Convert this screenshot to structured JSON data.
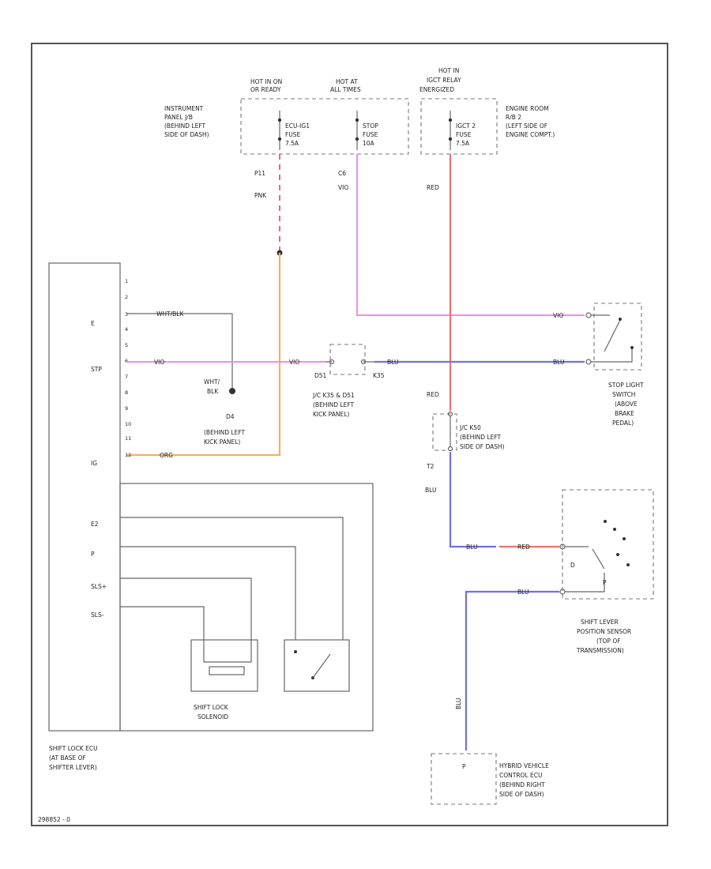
{
  "fuses": {
    "ecu_ig": {
      "header": "HOT IN ON",
      "sub": "OR READY",
      "name": "ECU-IG1",
      "fuse": "FUSE",
      "rating": "7.5A"
    },
    "stop": {
      "header": "HOT AT",
      "sub": "ALL TIMES",
      "name": "STOP",
      "fuse": "FUSE",
      "rating": "10A"
    },
    "ign": {
      "header": "HOT IN",
      "sub": "IGCT RELAY",
      "sub2": "ENERGIZED",
      "name": "IGCT 2",
      "fuse": "FUSE",
      "rating": "7.5A"
    }
  },
  "locations": {
    "instrument_panel": [
      "INSTRUMENT",
      "PANEL J/B",
      "(BEHIND LEFT",
      "SIDE OF DASH)"
    ],
    "engine_room": [
      "ENGINE ROOM",
      "R/B 2",
      "(LEFT SIDE OF",
      "ENGINE COMPT.)"
    ],
    "stop_light": [
      "STOP LIGHT",
      "SWITCH",
      "(ABOVE",
      "BRAKE",
      "PEDAL)"
    ],
    "jc_kick": [
      "J/C K35 & D51",
      "(BEHIND LEFT",
      "KICK PANEL)"
    ],
    "jc_dash": [
      "J/C K50",
      "(BEHIND LEFT",
      "SIDE OF DASH)"
    ],
    "ground": [
      "D4",
      "(BEHIND LEFT",
      "KICK PANEL)"
    ],
    "shift_sensor": [
      "SHIFT LEVER",
      "POSITION SENSOR",
      "(TOP OF",
      "TRANSMISSION)"
    ],
    "hv_ecu": [
      "HYBRID VEHICLE",
      "CONTROL ECU",
      "(BEHIND RIGHT",
      "SIDE OF DASH)"
    ],
    "shift_ecu": [
      "SHIFT LOCK ECU",
      "(AT BASE OF",
      "SHIFTER LEVER)"
    ],
    "solenoid": [
      "SHIFT LOCK",
      "SOLENOID"
    ]
  },
  "wires": {
    "prn": "PNK",
    "vio1": "VIO",
    "vio2": "VIO",
    "vio3": "VIO",
    "vio4": "VIO",
    "red1": "RED",
    "red2": "RED",
    "red3": "RED",
    "wht_blk": "WHT/BLK",
    "ground1": "WHT/",
    "ground2": "BLK",
    "org": "ORG",
    "blu1": "BLU",
    "blu2": "BLU",
    "blu3": "BLU",
    "blu4": "BLU",
    "blu5": "BLU",
    "blu6": "BLU"
  },
  "connectors": {
    "p11": "P11",
    "c6": "C6",
    "d51": "D51",
    "k35": "K35",
    "t2": "T2"
  },
  "ecu_pins": [
    "E",
    "STP",
    "IG",
    "E2",
    "P",
    "SLS+",
    "SLS-"
  ],
  "ecu_pin_nums": [
    "1",
    "2",
    "3",
    "4",
    "5",
    "6",
    "7",
    "8",
    "9",
    "10",
    "11",
    "12"
  ],
  "hv_pin": "P",
  "sensor_pin": "P",
  "sensor_label": "D",
  "footer": "298852 - 0"
}
